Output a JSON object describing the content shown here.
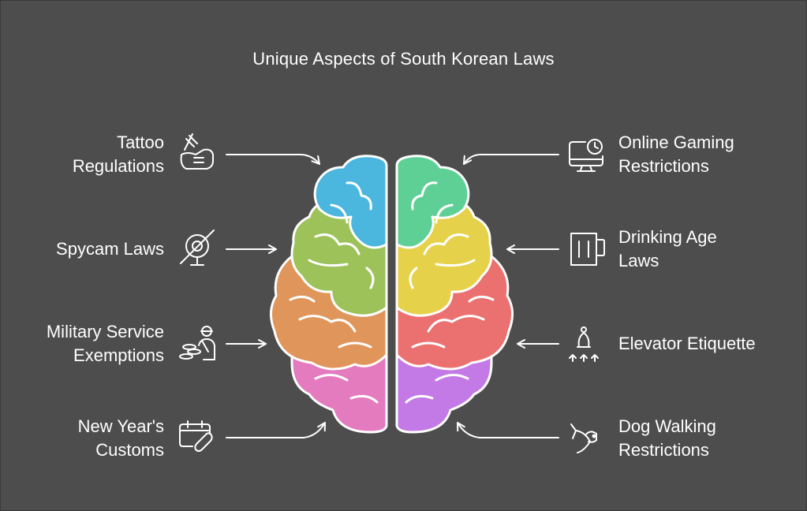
{
  "title": "Unique Aspects of South Korean Laws",
  "left_items": [
    {
      "label": "Tattoo\nRegulations",
      "icon": "tattoo-machine-icon",
      "color": "#4bb6de"
    },
    {
      "label": "Spycam Laws",
      "icon": "no-camera-icon",
      "color": "#9dc25a"
    },
    {
      "label": "Military Service\nExemptions",
      "icon": "soldier-coins-icon",
      "color": "#e0955a"
    },
    {
      "label": "New Year's\nCustoms",
      "icon": "calendar-link-icon",
      "color": "#e57bbf"
    }
  ],
  "right_items": [
    {
      "label": "Online Gaming\nRestrictions",
      "icon": "monitor-clock-icon",
      "color": "#5ecf95"
    },
    {
      "label": "Drinking Age\nLaws",
      "icon": "beer-mug-icon",
      "color": "#e6d14a"
    },
    {
      "label": "Elevator Etiquette",
      "icon": "elevator-bell-icon",
      "color": "#eb7070"
    },
    {
      "label": "Dog Walking\nRestrictions",
      "icon": "dog-leash-icon",
      "color": "#c47ae6"
    }
  ],
  "colors": {
    "background": "#4d4d4d",
    "text": "#ffffff",
    "outline": "#ffffff"
  }
}
